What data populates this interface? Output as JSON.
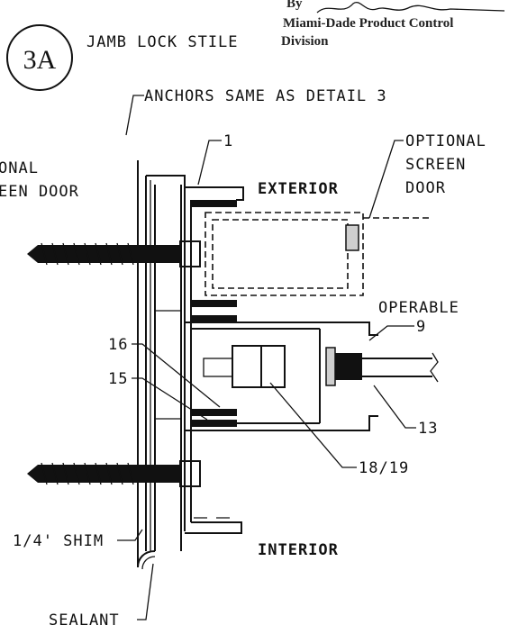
{
  "stamp": {
    "line1": "By",
    "line2": "Miami-Dade Product Control",
    "line3": "Division"
  },
  "detail": {
    "badge": "3A",
    "title": "JAMB LOCK STILE"
  },
  "labels": {
    "anchors": "ANCHORS SAME AS DETAIL 3",
    "callout_1": "1",
    "optional_screen_door_left_1": "ONAL",
    "optional_screen_door_left_2": "EEN DOOR",
    "exterior": "EXTERIOR",
    "optional_screen_door_right_1": "OPTIONAL",
    "optional_screen_door_right_2": "SCREEN",
    "optional_screen_door_right_3": "DOOR",
    "operable": "OPERABLE",
    "callout_9": "9",
    "callout_16": "16",
    "callout_15": "15",
    "callout_13": "13",
    "callout_18_19": "18/19",
    "shim": "1/4' SHIM",
    "interior": "INTERIOR",
    "sealant": "SEALANT"
  }
}
